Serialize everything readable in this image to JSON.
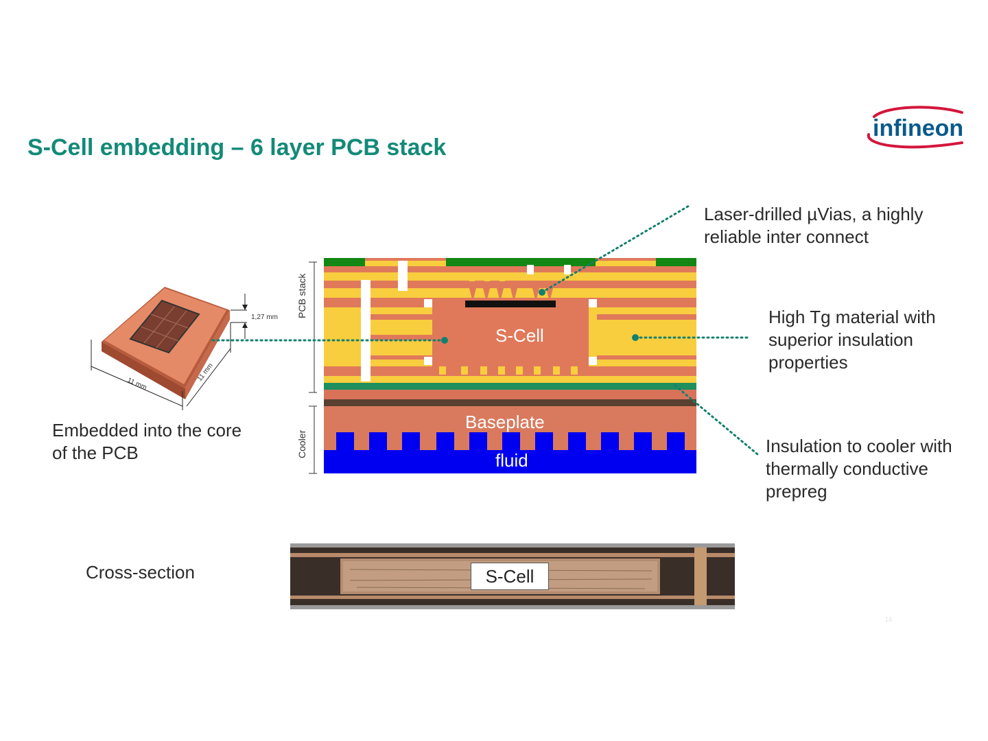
{
  "slide": {
    "title": "S-Cell embedding – 6 layer PCB stack",
    "page_number": "14"
  },
  "logo": {
    "text": "infineon",
    "colors": {
      "text": "#0a5a8c",
      "swoosh": "#d4163c"
    }
  },
  "module": {
    "dim_thickness": "1,27 mm",
    "dim_width": "11 mm",
    "dim_depth": "11 mm",
    "caption_line1": "Embedded into the core",
    "caption_line2": "of the PCB"
  },
  "stack": {
    "label_pcb": "PCB stack",
    "label_cooler": "Cooler",
    "scell": "S-Cell",
    "baseplate": "Baseplate",
    "fluid": "fluid"
  },
  "annotations": {
    "microvias": [
      "Laser-drilled µVias, a highly",
      "reliable inter connect"
    ],
    "hightg": [
      "High Tg material with",
      "superior insulation",
      "properties"
    ],
    "insulation": [
      "Insulation to cooler with",
      "thermally conductive",
      "prepreg"
    ]
  },
  "cross_section": {
    "caption": "Cross-section",
    "label": "S-Cell"
  },
  "colors": {
    "title": "#138a78",
    "copper": "#e0795a",
    "prepreg": "#f8cd3e",
    "soldermask": "#138713",
    "insulation": "#1f8f5e",
    "baseplate": "#d97a5e",
    "fluid": "#0000f0",
    "leader": "#13806e"
  }
}
